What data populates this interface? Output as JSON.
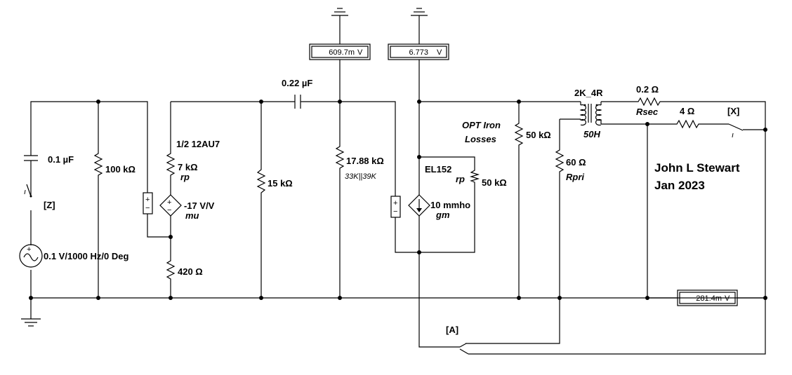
{
  "meters": {
    "grid_voltage": "609.7m",
    "plate_voltage": "6.773",
    "output_voltage": "281.4m",
    "unit": "V"
  },
  "components": {
    "c_input": "0.1 µF",
    "r_grid1": "100 kΩ",
    "tube1_name": "1/2 12AU7",
    "tube1_rp": "7 kΩ",
    "tube1_rp_tag": "rp",
    "tube1_mu_value": "-17 V/V",
    "tube1_mu_tag": "mu",
    "r_cathode": "420 Ω",
    "r_load1": "15 kΩ",
    "c_coupling": "0.22 µF",
    "r_grid2": "17.88 kΩ",
    "r_grid2_note": "33K||39K",
    "tube2_name": "EL152",
    "tube2_rp_tag": "rp",
    "tube2_rp": "50 kΩ",
    "tube2_gm": "10 mmho",
    "tube2_gm_tag": "gm",
    "opt_line1": "OPT Iron",
    "opt_line2": "Losses",
    "r_iron": "50 kΩ",
    "transformer": "2K_4R",
    "transformer_l": "50H",
    "r_pri": "60 Ω",
    "r_pri_tag": "Rpri",
    "r_sec": "0.2 Ω",
    "r_sec_tag": "Rsec",
    "r_speaker": "4 Ω",
    "source": "0.1 V/1000 Hz/0 Deg"
  },
  "switches": {
    "z": "[Z]",
    "x": "[X]",
    "a": "[A]"
  },
  "author": {
    "name": "John L Stewart",
    "date": "Jan 2023"
  }
}
